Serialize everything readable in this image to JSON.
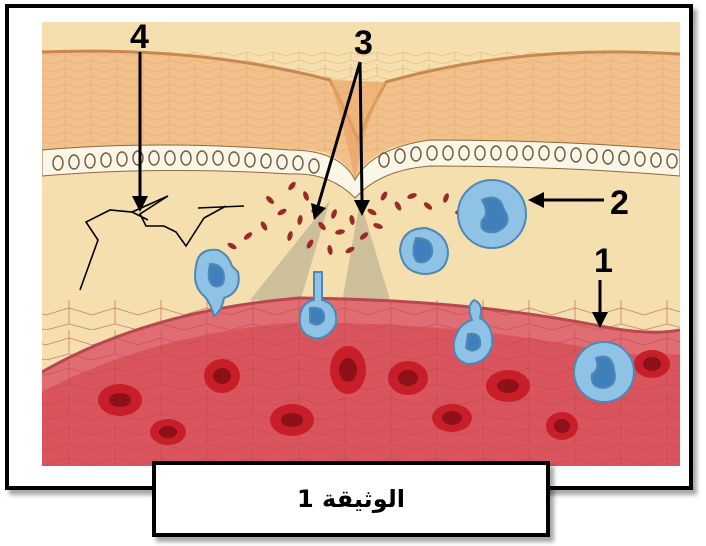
{
  "document": {
    "caption": "الوثيقة 1"
  },
  "labels": {
    "label_1": "1",
    "label_2": "2",
    "label_3": "3",
    "label_4": "4"
  },
  "colors": {
    "skin": "#f2c08a",
    "dermis": "#f6dfae",
    "vessel_wall": "#e06d72",
    "vessel_lumen": "#d9545c",
    "red_cell": "#c81e2a",
    "white_cell": "#8ec3e6",
    "bacteria": "#9a2a2a",
    "epithelium": "#fbf6e8"
  }
}
